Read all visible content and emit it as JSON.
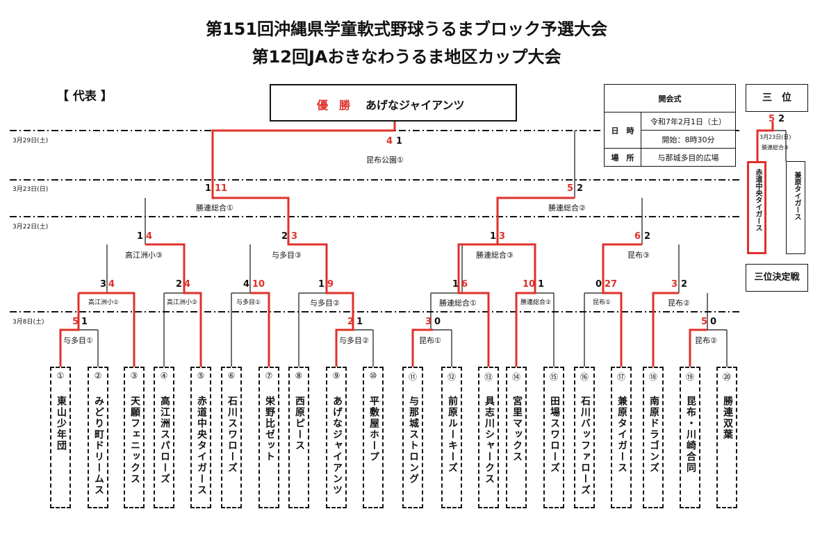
{
  "titles": {
    "line1": "第151回沖縄県学童軟式野球うるまブロック予選大会",
    "line2": "第12回JAおきなわうるま地区カップ大会"
  },
  "daihyo": "【 代表 】",
  "champion": {
    "label": "優　勝",
    "team": "あげなジャイアンツ"
  },
  "info": {
    "header": "開会式",
    "date_label": "日　時",
    "date_value": "令和7年2月1日（土）",
    "time_value": "開始：8時30分",
    "place_label": "場　所",
    "place_value": "与那城多目的広場"
  },
  "dates": {
    "d1": "3月29日(土)",
    "d2": "3月23日(日)",
    "d3": "3月22日(土)",
    "d4": "3月8日(土)"
  },
  "third": {
    "title": "三　位",
    "score_a": "5",
    "score_b": "2",
    "date": "3月23日(日)",
    "venue": "勝連総合③",
    "winner": "赤道中央タイガース",
    "loser": "兼原タイガース",
    "label": "三位決定戦"
  },
  "venues": {
    "final": "昆布公園①",
    "sf1": "勝連総合①",
    "sf2": "勝連総合②",
    "qf1": "高江洲小③",
    "qf2": "与多目③",
    "qf3": "勝連総合③",
    "qf4": "昆布③",
    "r2a": "高江洲小①",
    "r2b": "高江洲小②",
    "r2c": "与多目①",
    "r2d": "与多目②",
    "r2e": "勝連総合①",
    "r2f": "勝連総合②",
    "r2g": "昆布①",
    "r2h": "昆布②",
    "r1a": "与多目①",
    "r1b": "与多目②",
    "r1c": "昆布①",
    "r1d": "昆布②"
  },
  "scores": {
    "f_l": "4",
    "f_r": "1",
    "sf1_l": "1",
    "sf1_r": "11",
    "sf2_l": "5",
    "sf2_r": "2",
    "qf1_l": "1",
    "qf1_r": "4",
    "qf2_l": "2",
    "qf2_r": "3",
    "qf3_l": "1",
    "qf3_r": "3",
    "qf4_l": "6",
    "qf4_r": "2",
    "r2a_l": "3",
    "r2a_r": "4",
    "r2b_l": "2",
    "r2b_r": "4",
    "r2c_l": "4",
    "r2c_r": "10",
    "r2d_l": "1",
    "r2d_r": "9",
    "r2e_l": "1",
    "r2e_r": "6",
    "r2f_l": "10",
    "r2f_r": "1",
    "r2g_l": "0",
    "r2g_r": "27",
    "r2h_l": "3",
    "r2h_r": "2",
    "r1a_l": "5",
    "r1a_r": "1",
    "r1b_l": "2",
    "r1b_r": "1",
    "r1c_l": "3",
    "r1c_r": "0",
    "r1d_l": "5",
    "r1d_r": "0"
  },
  "teams": [
    {
      "num": "①",
      "name": "東山少年団"
    },
    {
      "num": "②",
      "name": "みどり町ドリームス"
    },
    {
      "num": "③",
      "name": "天願フェニックス"
    },
    {
      "num": "④",
      "name": "高江洲スパローズ"
    },
    {
      "num": "⑤",
      "name": "赤道中央タイガース"
    },
    {
      "num": "⑥",
      "name": "石川スワローズ"
    },
    {
      "num": "⑦",
      "name": "栄野比ゼット"
    },
    {
      "num": "⑧",
      "name": "西原ピース"
    },
    {
      "num": "⑨",
      "name": "あげなジャイアンツ"
    },
    {
      "num": "⑩",
      "name": "平敷屋ホープ"
    },
    {
      "num": "⑪",
      "name": "与那城ストロング"
    },
    {
      "num": "⑫",
      "name": "前原ルーキーズ"
    },
    {
      "num": "⑬",
      "name": "具志川シャークス"
    },
    {
      "num": "⑭",
      "name": "宮里マックス"
    },
    {
      "num": "⑮",
      "name": "田場スワローズ"
    },
    {
      "num": "⑯",
      "name": "石川バッファローズ"
    },
    {
      "num": "⑰",
      "name": "兼原タイガース"
    },
    {
      "num": "⑱",
      "name": "南原ドラゴンズ"
    },
    {
      "num": "⑲",
      "name": "昆布・川崎合同"
    },
    {
      "num": "⑳",
      "name": "勝連双葉"
    }
  ],
  "colors": {
    "winner_line": "#e0302a",
    "line": "#111111",
    "score_win": "#e0302a"
  }
}
